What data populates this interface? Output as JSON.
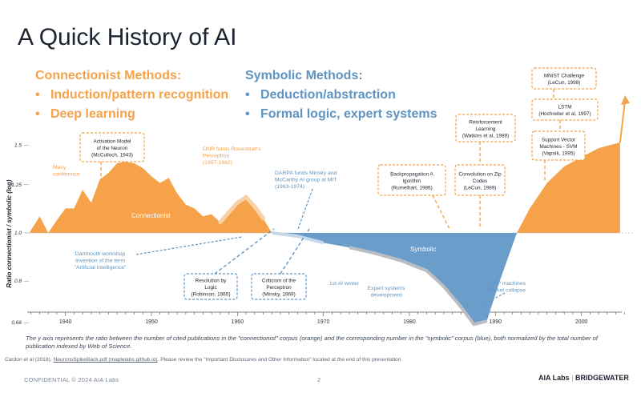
{
  "slide": {
    "title": "A Quick History of AI",
    "connectionist_heading": "Connectionist Methods:",
    "connectionist_items": [
      "Induction/pattern recognition",
      "Deep learning"
    ],
    "symbolic_heading": "Symbolic Methods:",
    "symbolic_items": [
      "Deduction/abstraction",
      "Formal logic, expert systems"
    ],
    "footnote": "The y axis represents the ratio between the number of cited publications in the \"connectionist\" corpus (orange) and the corresponding number in the \"symbolic\" corpus (blue), both normalized by the total number of publication indexed by Web of Science.",
    "citation_prefix": "Cardon et al (2018),",
    "citation_link": "NeuronsSpikeBack.pdf (maplelabs.github.io)",
    "citation_suffix": ". Please review the \"Important Disclosures and Other Information\" located at the end of this presentation.",
    "confidential": "CONFIDENTIAL © 2024 AIA Labs",
    "page_number": "2",
    "logo_left": "AIA Labs",
    "logo_right": "BRIDGEWATER"
  },
  "chart_data": {
    "type": "area",
    "ylabel": "Ratio connectionist / symbolic (log)",
    "y_ticks": [
      "1.5",
      "1.25",
      "1.0",
      "0.8",
      "0.66"
    ],
    "x_ticks": [
      "1940",
      "1950",
      "1960",
      "1970",
      "1980",
      "1990",
      "2000"
    ],
    "xlim": [
      1935,
      2006
    ],
    "colors": {
      "connectionist": "#f5a24a",
      "symbolic": "#6b9dcb",
      "highlight_orange": "#f8d2a6",
      "highlight_gray": "#b9bec5"
    },
    "series": [
      {
        "name": "Connectionist",
        "x": [
          1935.8,
          1937,
          1938,
          1939,
          1940,
          1941,
          1942,
          1943,
          1944,
          1945,
          1946,
          1947,
          1948,
          1949,
          1950,
          1951,
          1952,
          1953,
          1954,
          1955,
          1956,
          1957,
          1958,
          1959,
          1960,
          1961,
          1962,
          1963,
          1964,
          1992.5,
          1994,
          1996,
          1998,
          2000,
          2002,
          2004.5
        ],
        "y": [
          1.0,
          1.08,
          1.0,
          1.06,
          1.12,
          1.12,
          1.22,
          1.15,
          1.28,
          1.32,
          1.38,
          1.39,
          1.38,
          1.35,
          1.3,
          1.26,
          1.29,
          1.2,
          1.14,
          1.12,
          1.08,
          1.09,
          1.05,
          1.1,
          1.15,
          1.18,
          1.13,
          1.07,
          1.0,
          1.0,
          1.12,
          1.26,
          1.36,
          1.42,
          1.48,
          1.52
        ]
      },
      {
        "name": "Symbolic",
        "x": [
          1964,
          1967,
          1970,
          1973,
          1976,
          1979,
          1982,
          1984,
          1986,
          1987.5,
          1989,
          1990.5,
          1992.5
        ],
        "y": [
          1.0,
          0.985,
          0.955,
          0.935,
          0.91,
          0.88,
          0.84,
          0.78,
          0.71,
          0.655,
          0.665,
          0.8,
          1.0
        ]
      }
    ],
    "series_labels": [
      {
        "text": "Connectionist",
        "x": 1954,
        "y": 1.14
      },
      {
        "text": "Symbolic",
        "x": 1981,
        "y": 0.92
      }
    ],
    "annotations": [
      {
        "lines": [
          "Activation Model",
          "of the Neuron",
          "(McCulloch, 1943)"
        ],
        "boxed": true,
        "box_color": "#1c2430",
        "leader_color": "#f5a24a"
      },
      {
        "lines": [
          "Macy",
          "conference"
        ],
        "boxed": false,
        "text_color": "#f5a24a"
      },
      {
        "lines": [
          "ONR funds Rosenblatt's",
          "Perceptron",
          "(1957-1962)"
        ],
        "boxed": false,
        "text_color": "#f5a24a"
      },
      {
        "lines": [
          "DARPA funds Minsky and",
          "McCarthy AI group at MIT",
          "(1963-1974)"
        ],
        "boxed": false,
        "text_color": "#5e93c2"
      },
      {
        "lines": [
          "Dartmouth workshop",
          "Invention of the term",
          "\"Artificial Intelligence\""
        ],
        "boxed": false,
        "text_color": "#5e93c2"
      },
      {
        "lines": [
          "Resolution by",
          "Logic",
          "(Robinson, 1965)"
        ],
        "boxed": true,
        "box_color": "#1c2430",
        "leader_color": "#5e93c2"
      },
      {
        "lines": [
          "Criticism of the",
          "Perceptron",
          "(Minsky, 1969)"
        ],
        "boxed": true,
        "box_color": "#1c2430",
        "leader_color": "#5e93c2"
      },
      {
        "lines": [
          "1st AI winter"
        ],
        "boxed": false,
        "text_color": "#5e93c2"
      },
      {
        "lines": [
          "Expert systems",
          "development"
        ],
        "boxed": false,
        "text_color": "#5e93c2"
      },
      {
        "lines": [
          "Backpropagation A",
          "lgorithm",
          "(Rumelhart, 1986)"
        ],
        "boxed": true,
        "box_color": "#1c2430",
        "leader_color": "#f5a24a"
      },
      {
        "lines": [
          "Convolution on Zip",
          "Codes",
          "(LeCun, 1989)"
        ],
        "boxed": true,
        "box_color": "#1c2430",
        "leader_color": "#f5a24a"
      },
      {
        "lines": [
          "Reinforcement",
          "Learning",
          "(Watkins et al, 1989)"
        ],
        "boxed": true,
        "box_color": "#1c2430",
        "leader_color": "#f5a24a"
      },
      {
        "lines": [
          "MNIST Challenge",
          "(LeCun, 1998)"
        ],
        "boxed": true,
        "box_color": "#1c2430",
        "leader_color": "#f5a24a"
      },
      {
        "lines": [
          "LSTM",
          "(Hochreiter et al, 1997)"
        ],
        "boxed": true,
        "box_color": "#1c2430",
        "leader_color": "#f5a24a"
      },
      {
        "lines": [
          "Support Vector",
          "Machines - SVM",
          "(Vapnik, 1995)"
        ],
        "boxed": true,
        "box_color": "#1c2430",
        "leader_color": "#f5a24a"
      },
      {
        "lines": [
          "LISP machines",
          "market collapse"
        ],
        "boxed": false,
        "text_color": "#5e93c2"
      }
    ]
  }
}
